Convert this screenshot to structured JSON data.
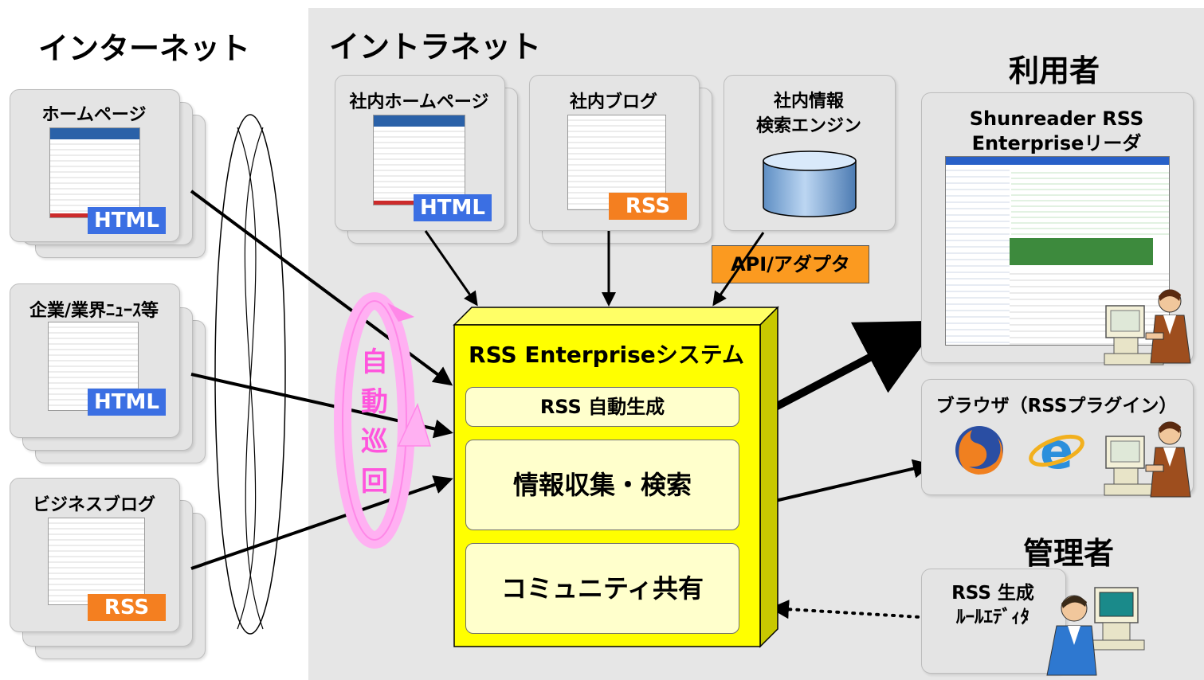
{
  "sections": {
    "internet": "インターネット",
    "intranet": "イントラネット",
    "users": "利用者",
    "admin": "管理者"
  },
  "internet_sources": [
    {
      "title": "ホームページ",
      "format": "HTML"
    },
    {
      "title": "企業/業界ﾆｭｰｽ等",
      "format": "HTML"
    },
    {
      "title": "ビジネスブログ",
      "format": "RSS"
    }
  ],
  "intranet_sources": [
    {
      "title": "社内ホームページ",
      "format": "HTML"
    },
    {
      "title": "社内ブログ",
      "format": "RSS"
    },
    {
      "title": "社内情報\n検索エンジン",
      "adapter": "API/アダプタ"
    }
  ],
  "crawl_label": "自動巡回",
  "system": {
    "title": "RSS Enterpriseシステム",
    "modules": [
      "RSS 自動生成",
      "情報収集・検索",
      "コミュニティ共有"
    ]
  },
  "clients": {
    "reader": "Shunreader RSS\nEnterpriseリーダ",
    "browser": "ブラウザ（RSSプラグイン）"
  },
  "admin_tool": "RSS 生成\nﾙｰﾙｴﾃﾞｨﾀ",
  "colors": {
    "html_tag": "#3b6fe3",
    "rss_tag": "#f47f20",
    "system_fill": "#ffff00",
    "module_fill": "#ffffcc",
    "crawl_ring": "#ff99ee"
  }
}
